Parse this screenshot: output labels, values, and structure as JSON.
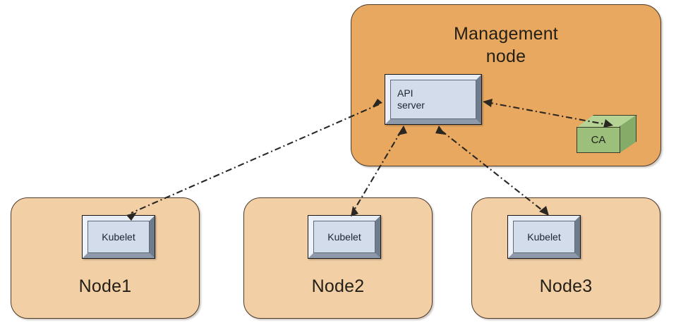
{
  "diagram": {
    "title_visible": false,
    "background": "#ffffff",
    "palette": {
      "management_node_fill": "#e9a85f",
      "worker_node_fill": "#f3cfa5",
      "component_fill": "#d2dcea",
      "component_bevel_light": "#eef2f8",
      "component_bevel_dark": "#6f7c8c",
      "ca_front_fill": "#9cc07c",
      "ca_top_fill": "#b6d396",
      "ca_side_fill": "#84ab68",
      "outline": "#4a3a2c",
      "connector": "#2a2722"
    },
    "management_node": {
      "label_line1": "Management",
      "label_line2": "node",
      "components": [
        {
          "id": "api-server",
          "label_line1": "API",
          "label_line2": "server"
        },
        {
          "id": "ca",
          "label": "CA"
        }
      ]
    },
    "worker_nodes": [
      {
        "id": "node1",
        "label": "Node1",
        "component_label": "Kubelet"
      },
      {
        "id": "node2",
        "label": "Node2",
        "component_label": "Kubelet"
      },
      {
        "id": "node3",
        "label": "Node3",
        "component_label": "Kubelet"
      }
    ],
    "connections": [
      {
        "from": "api-server",
        "to": "node1-kubelet",
        "style": "dash-dot",
        "arrows": "both"
      },
      {
        "from": "api-server",
        "to": "node2-kubelet",
        "style": "dash-dot",
        "arrows": "both"
      },
      {
        "from": "api-server",
        "to": "node3-kubelet",
        "style": "dash-dot",
        "arrows": "both"
      },
      {
        "from": "api-server",
        "to": "ca",
        "style": "dash-dot",
        "arrows": "both"
      }
    ]
  }
}
